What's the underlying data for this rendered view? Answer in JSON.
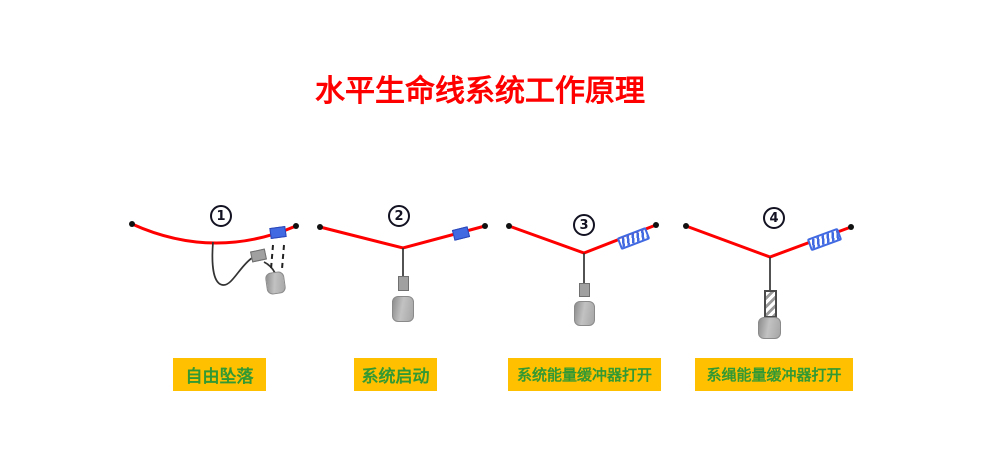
{
  "title": {
    "text": "水平生命线系统工作原理",
    "color": "#ff0000"
  },
  "colors": {
    "title_red": "#ff0000",
    "cable_red": "#ff0000",
    "absorber_blue": "#4169e1",
    "label_background": "#ffc000",
    "label_text_green": "#339933",
    "lanyard_black": "#333333",
    "hardware_gray": "#a0a0a0"
  },
  "panels": [
    {
      "number": "1",
      "caption": "自由坠落"
    },
    {
      "number": "2",
      "caption": "系统启动"
    },
    {
      "number": "3",
      "caption": "系统能量缓冲器打开"
    },
    {
      "number": "4",
      "caption": "系绳能量缓冲器打开"
    }
  ]
}
